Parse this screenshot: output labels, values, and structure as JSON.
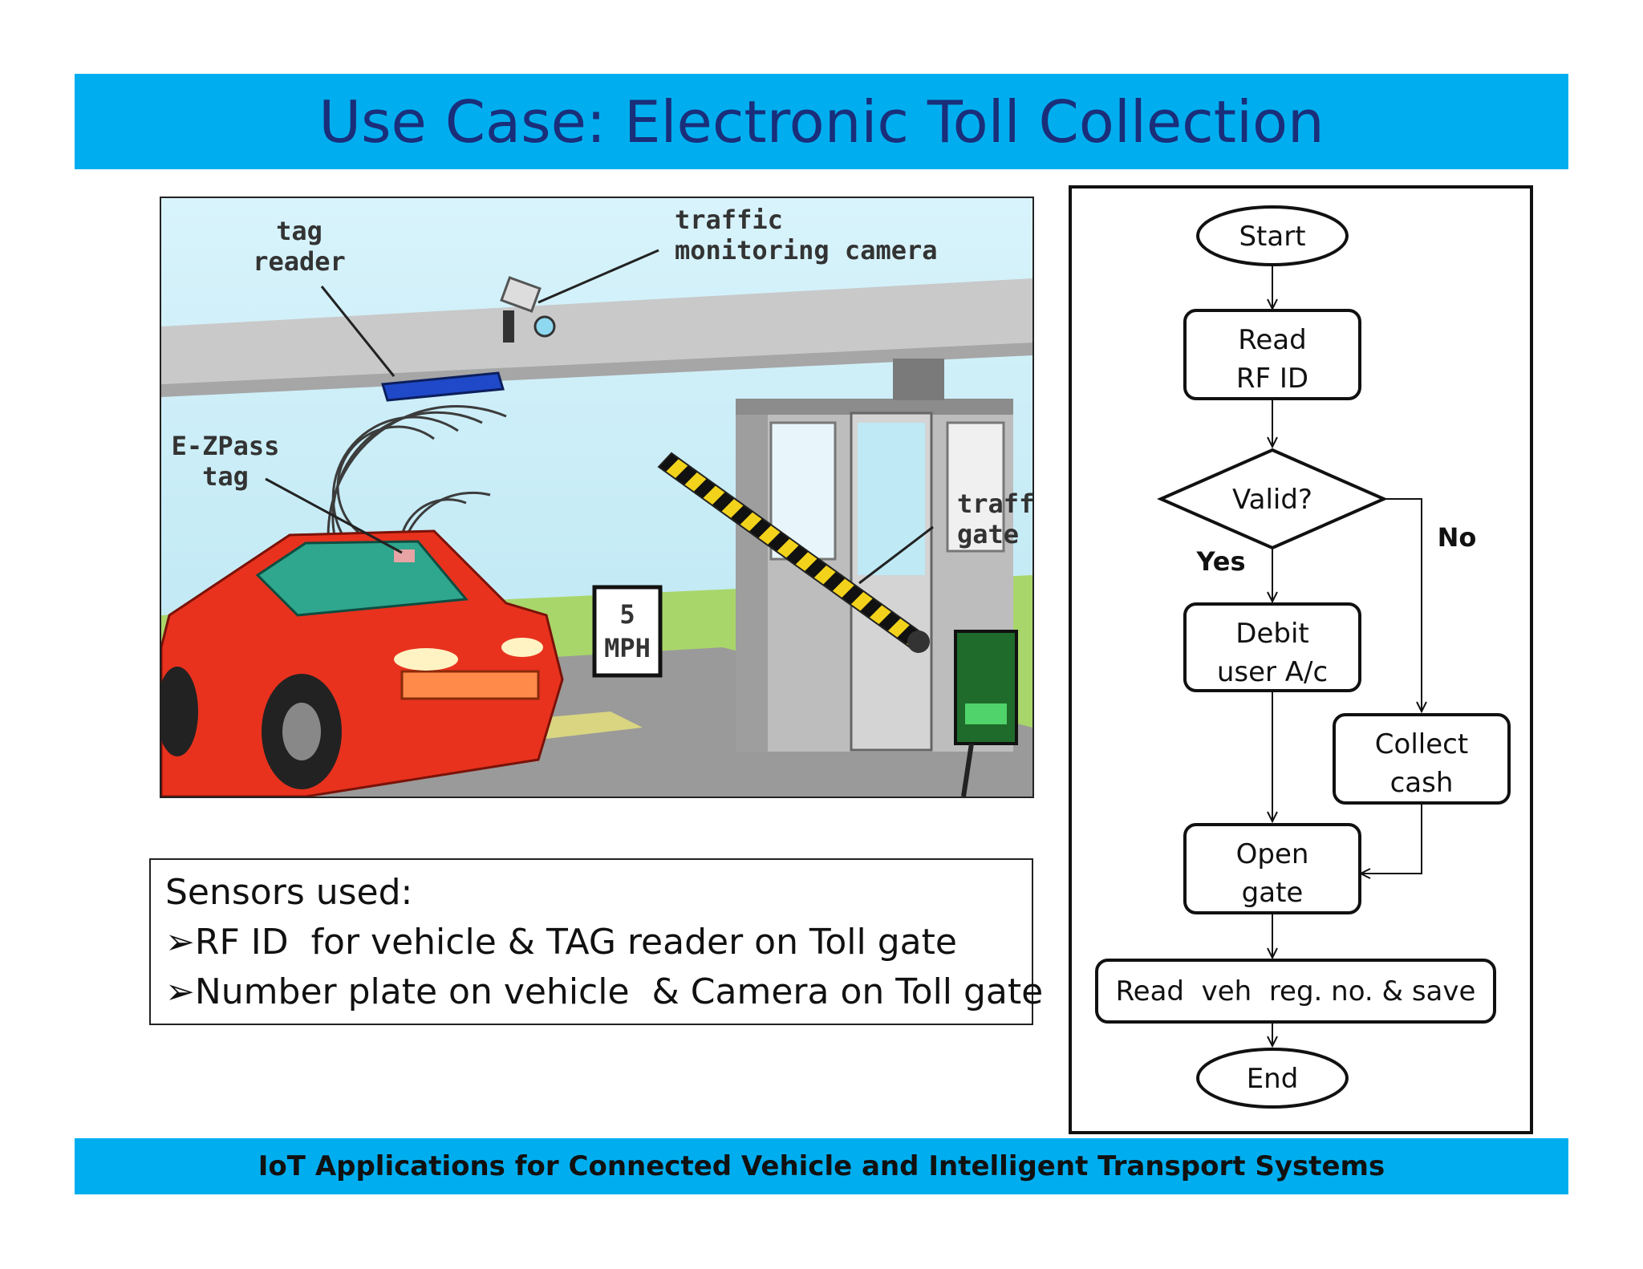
{
  "title": "Use Case: Electronic Toll Collection",
  "footer": "IoT Applications for Connected Vehicle and Intelligent Transport Systems",
  "illustration": {
    "labels": {
      "tag_reader_1": "tag",
      "tag_reader_2": "reader",
      "camera_1": "traffic",
      "camera_2": "monitoring camera",
      "ezpass_1": "E-ZPass",
      "ezpass_2": "tag",
      "gate_1": "traffic",
      "gate_2": "gate",
      "speed_1": "5",
      "speed_2": "MPH"
    }
  },
  "sensors": {
    "heading": "Sensors used:",
    "items": [
      "➢RF ID  for vehicle & TAG reader on Toll gate",
      "➢Number plate on vehicle  & Camera on Toll gate"
    ]
  },
  "flowchart": {
    "start": "Start",
    "read_rfid_1": "Read",
    "read_rfid_2": "RF ID",
    "valid": "Valid?",
    "yes": "Yes",
    "no": "No",
    "debit_1": "Debit",
    "debit_2": "user A/c",
    "collect_1": "Collect",
    "collect_2": "cash",
    "open_1": "Open",
    "open_2": "gate",
    "read_reg": "Read  veh  reg. no. & save",
    "end": "End"
  },
  "colors": {
    "banner": "#00aeef",
    "title_text": "#1a2e7a",
    "car": "#e8321e",
    "sky": "#cdeef7",
    "grass": "#a9d66a"
  }
}
